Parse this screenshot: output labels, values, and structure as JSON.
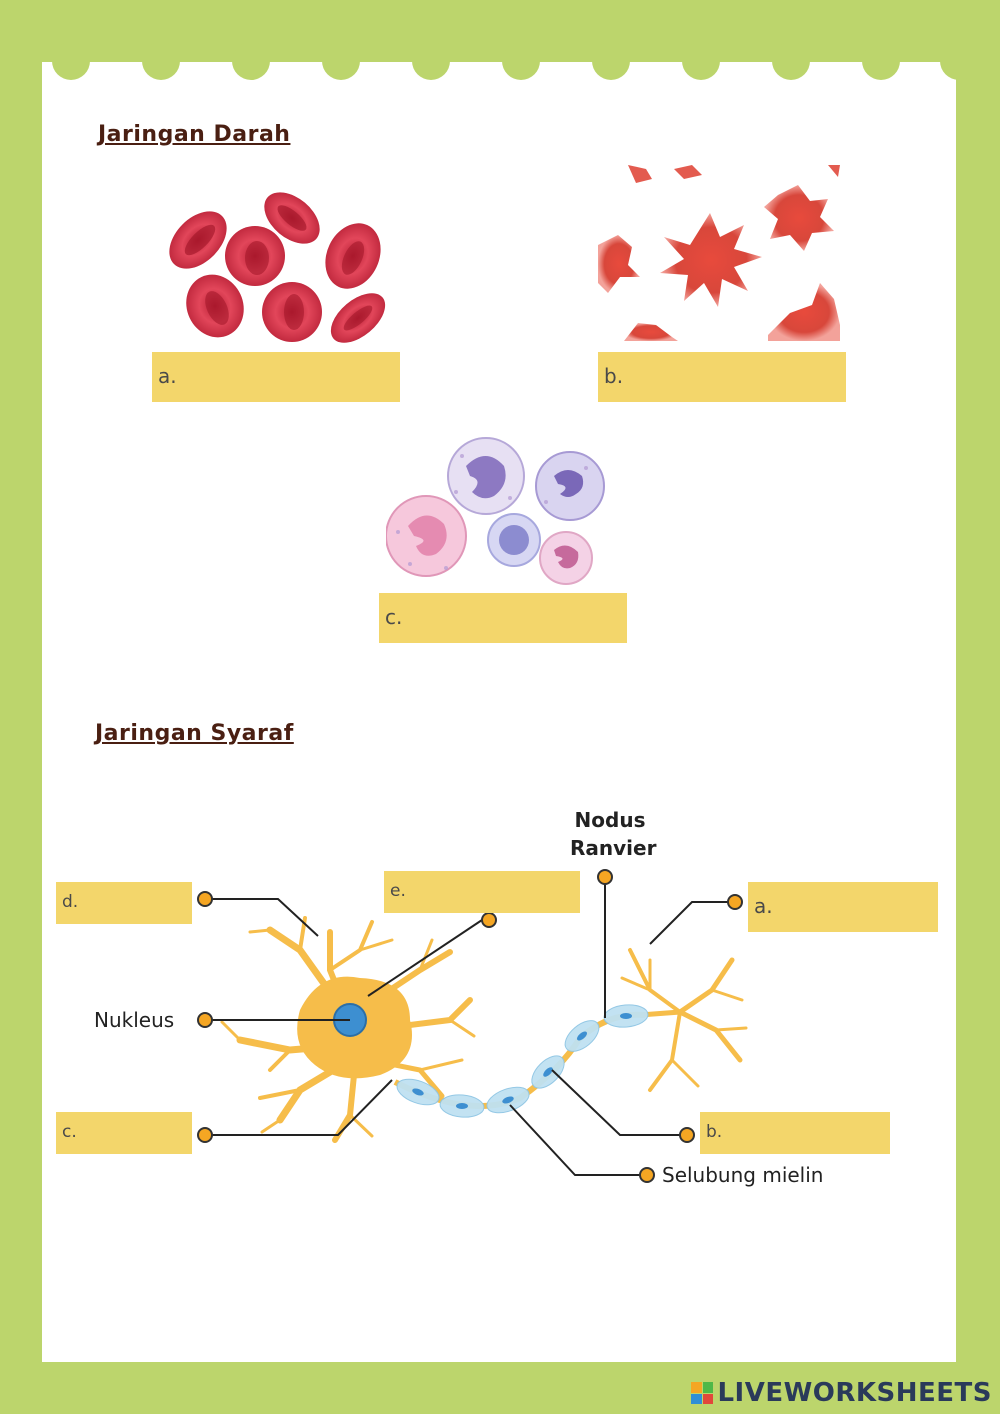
{
  "blood_section": {
    "heading": "Jaringan Darah",
    "answers": [
      {
        "label": "a."
      },
      {
        "label": "b."
      },
      {
        "label": "c."
      }
    ]
  },
  "nerve_section": {
    "heading": "Jaringan Syaraf",
    "labels": {
      "nodus_line1": "Nodus",
      "nodus_line2": "Ranvier",
      "nukleus": "Nukleus",
      "mielin": "Selubung mielin"
    },
    "answers": {
      "d": "d.",
      "e": "e.",
      "a": "a.",
      "c": "c.",
      "b": "b."
    }
  },
  "footer": {
    "brand": "LIVEWORKSHEETS"
  },
  "colors": {
    "frame": "#bcd56c",
    "answer_box": "#f3d66b",
    "heading": "#4a1f12",
    "neuron": "#f6bd4a",
    "marker": "#f5a623"
  }
}
